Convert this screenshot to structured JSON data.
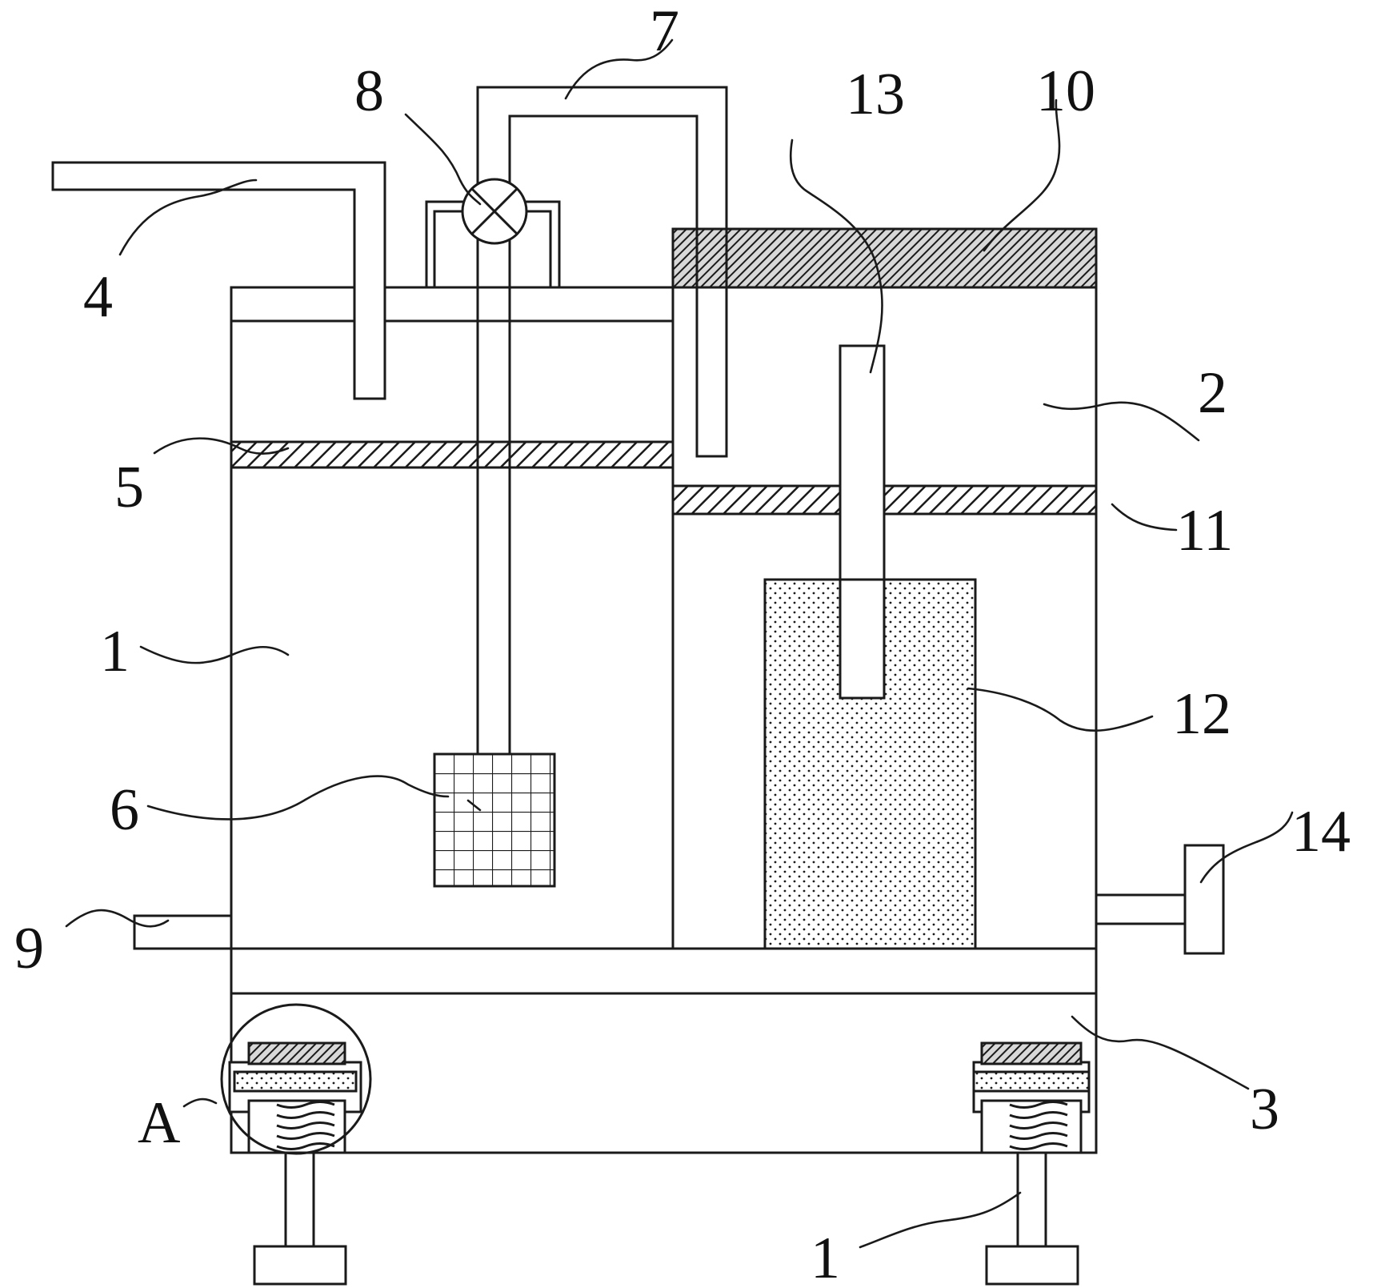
{
  "figure": {
    "parts": [
      {
        "id": "label-1-left",
        "text": "1"
      },
      {
        "id": "label-1-bottom",
        "text": "1"
      },
      {
        "id": "label-2",
        "text": "2"
      },
      {
        "id": "label-3",
        "text": "3"
      },
      {
        "id": "label-4",
        "text": "4"
      },
      {
        "id": "label-5",
        "text": "5"
      },
      {
        "id": "label-6",
        "text": "6"
      },
      {
        "id": "label-7",
        "text": "7"
      },
      {
        "id": "label-8",
        "text": "8"
      },
      {
        "id": "label-9",
        "text": "9"
      },
      {
        "id": "label-10",
        "text": "10"
      },
      {
        "id": "label-11",
        "text": "11"
      },
      {
        "id": "label-12",
        "text": "12"
      },
      {
        "id": "label-13",
        "text": "13"
      },
      {
        "id": "label-14",
        "text": "14"
      },
      {
        "id": "label-a",
        "text": "A"
      }
    ]
  }
}
